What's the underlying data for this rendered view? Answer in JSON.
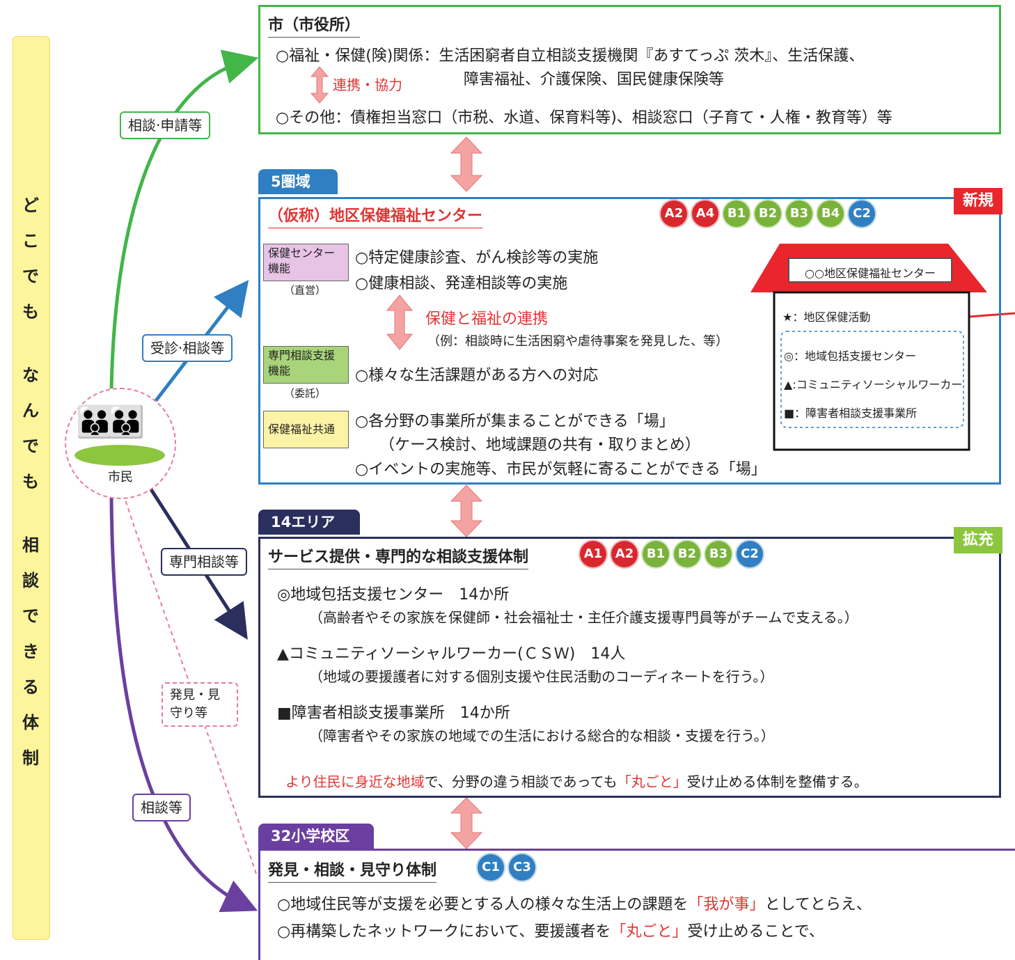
{
  "side_label": "どこでもなんでも相談できる体制",
  "citizen_label": "市民",
  "arrows": {
    "consult_apply": "相談·申請等",
    "visit_consult": "受診·相談等",
    "special_consult": "専門相談等",
    "discover_watch": "発見・見守り等",
    "consult": "相談等"
  },
  "city": {
    "title": "市（市役所）",
    "line1": "○福祉・保健(険)関係：生活困窮者自立相談支援機関『あすてっぷ 茨木』、生活保護、",
    "line2": "障害福祉、介護保険、国民健康保険等",
    "cooperation": "連携・協力",
    "line3": "○その他：債権担当窓口（市税、水道、保育料等)、相談窓口（子育て・人権・教育等）等"
  },
  "center": {
    "tab": "5圏域",
    "flag": "新規",
    "title": "（仮称）地区保健福祉センター",
    "badges": [
      {
        "text": "A2",
        "color": "#d8282e"
      },
      {
        "text": "A4",
        "color": "#d8282e"
      },
      {
        "text": "B1",
        "color": "#7ab339"
      },
      {
        "text": "B2",
        "color": "#7ab339"
      },
      {
        "text": "B3",
        "color": "#7ab339"
      },
      {
        "text": "B4",
        "color": "#7ab339"
      },
      {
        "text": "C2",
        "color": "#2f7fc2"
      }
    ],
    "func1_label": "保健センター機能",
    "func1_sub": "（直営）",
    "func1_item1": "○特定健康診査、がん検診等の実施",
    "func1_item2": "○健康相談、発達相談等の実施",
    "link_title": "保健と福祉の連携",
    "link_example": "（例：相談時に生活困窮や虐待事案を発見した、等）",
    "func2_label": "専門相談支援機能",
    "func2_sub": "（委託）",
    "func2_item": "○様々な生活課題がある方への対応",
    "func3_label": "保健福祉共通",
    "func3_item1": "○各分野の事業所が集まることができる「場」",
    "func3_item2": "（ケース検討、地域課題の共有・取りまとめ）",
    "func3_item3": "○イベントの実施等、市民が気軽に寄ることができる「場」",
    "house_title": "○○地区保健福祉センター",
    "house_items": [
      "★：地区保健活動",
      "◎：地域包括支援センター",
      "▲:コミュニティソーシャルワーカー",
      "■：障害者相談支援事業所"
    ],
    "colors": {
      "border": "#2f7fc2",
      "roof": "#e8262c",
      "flag": "#e8262c"
    }
  },
  "area": {
    "tab": "14エリア",
    "flag": "拡充",
    "title": "サービス提供・専門的な相談支援体制",
    "badges": [
      {
        "text": "A1",
        "color": "#d8282e"
      },
      {
        "text": "A2",
        "color": "#d8282e"
      },
      {
        "text": "B1",
        "color": "#7ab339"
      },
      {
        "text": "B2",
        "color": "#7ab339"
      },
      {
        "text": "B3",
        "color": "#7ab339"
      },
      {
        "text": "C2",
        "color": "#2f7fc2"
      }
    ],
    "item1": "◎地域包括支援センター　14か所",
    "item1_desc": "（高齢者やその家族を保健師・社会福祉士・主任介護支援専門員等がチームで支える。）",
    "item2": "▲コミュニティソーシャルワーカー(ＣＳＷ)　14人",
    "item2_desc": "（地域の要援護者に対する個別支援や住民活動のコーディネートを行う。）",
    "item3": "■障害者相談支援事業所　14か所",
    "item3_desc": "（障害者やその家族の地域での生活における総合的な相談・支援を行う。）",
    "summary_red1": "より住民に身近な地域",
    "summary_mid": "で、分野の違う相談であっても",
    "summary_red2": "「丸ごと」",
    "summary_end": "受け止める体制を整備する。"
  },
  "school": {
    "tab": "32小学校区",
    "title": "発見・相談・見守り体制",
    "badges": [
      {
        "text": "C1",
        "color": "#2f7fc2"
      },
      {
        "text": "C3",
        "color": "#2f7fc2"
      }
    ],
    "line1_a": "○地域住民等が支援を必要とする人の様々な生活上の課題を",
    "line1_red": "「我が事」",
    "line1_b": "としてとらえ、",
    "line2_a": "○再構築したネットワークにおいて、要援護者を",
    "line2_red": "「丸ごと」",
    "line2_b": "受け止めることで、"
  },
  "colors": {
    "green": "#43b549",
    "blue": "#2f7fc2",
    "navy": "#2a2f5e",
    "purple": "#6b3fa0",
    "pink_arrow": "#f08a8a",
    "flag_green": "#8cc63f"
  }
}
